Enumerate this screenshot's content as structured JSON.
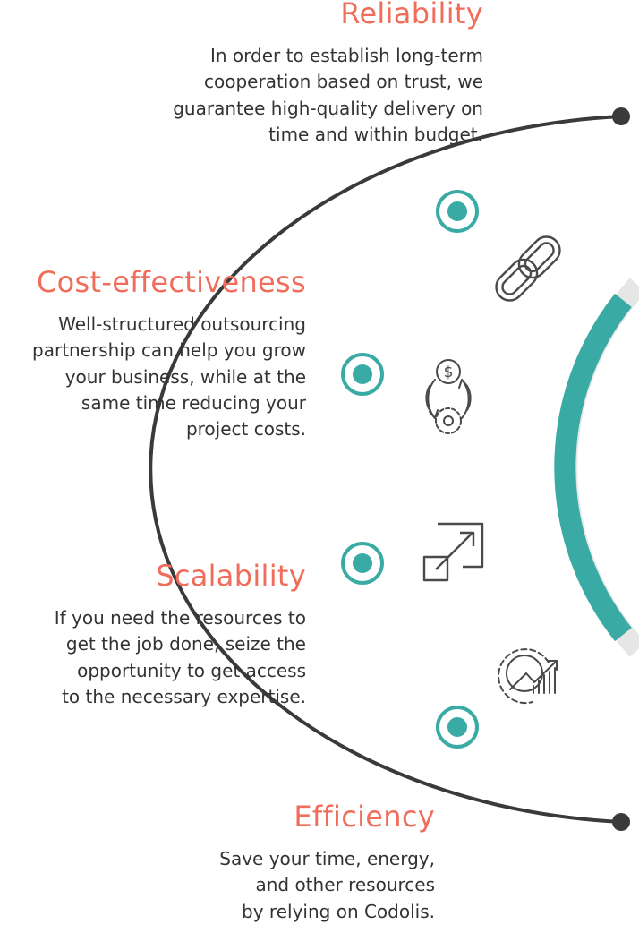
{
  "sections": [
    {
      "title": "Reliability",
      "lines": [
        "In order to establish long-term",
        "cooperation based on trust, we",
        "guarantee high-quality delivery on",
        "time and within budget."
      ],
      "icon": "chain-link-icon"
    },
    {
      "title": "Cost-effectiveness",
      "lines": [
        "Well-structured outsourcing",
        "partnership can help you grow",
        "your business, while at the",
        "same time reducing your",
        "project costs."
      ],
      "icon": "dollar-gear-cycle-icon"
    },
    {
      "title": "Scalability",
      "lines": [
        "If you need the resources to",
        "get the job done, seize the",
        "opportunity to get access",
        "to the necessary expertise."
      ],
      "icon": "expand-arrow-icon"
    },
    {
      "title": "Efficiency",
      "lines": [
        "Save your time, energy,",
        "and other resources",
        "by relying on Codolis."
      ],
      "icon": "gear-chart-icon"
    }
  ],
  "colors": {
    "accent": "#f06d5b",
    "teal": "#3aaba4",
    "arc": "#3a3a3a",
    "text": "#333333"
  }
}
